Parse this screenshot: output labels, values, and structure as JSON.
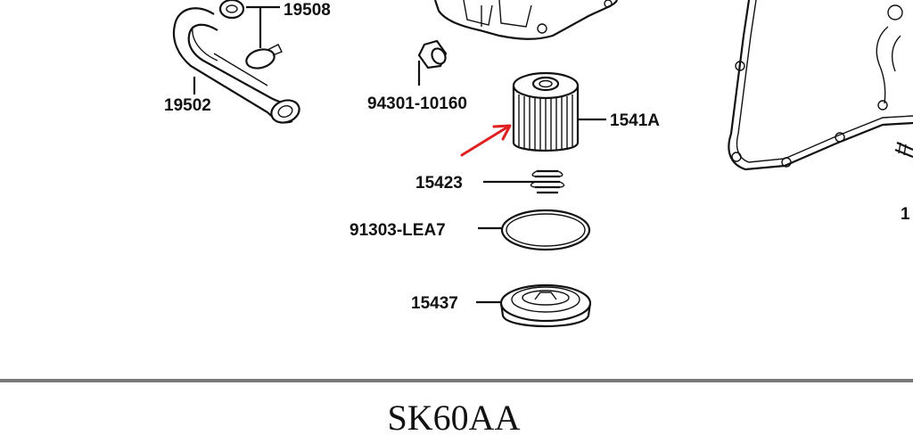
{
  "parts": {
    "p19508": "19508",
    "p19502": "19502",
    "p94301": "94301-10160",
    "p1541A": "1541A",
    "p15423": "15423",
    "p91303": "91303-LEA7",
    "p15437": "15437",
    "p_edge": "1"
  },
  "diagram_code": "SK60AA",
  "colors": {
    "line": "#111111",
    "arrow": "#e02020",
    "divider": "#7a7a7a"
  }
}
